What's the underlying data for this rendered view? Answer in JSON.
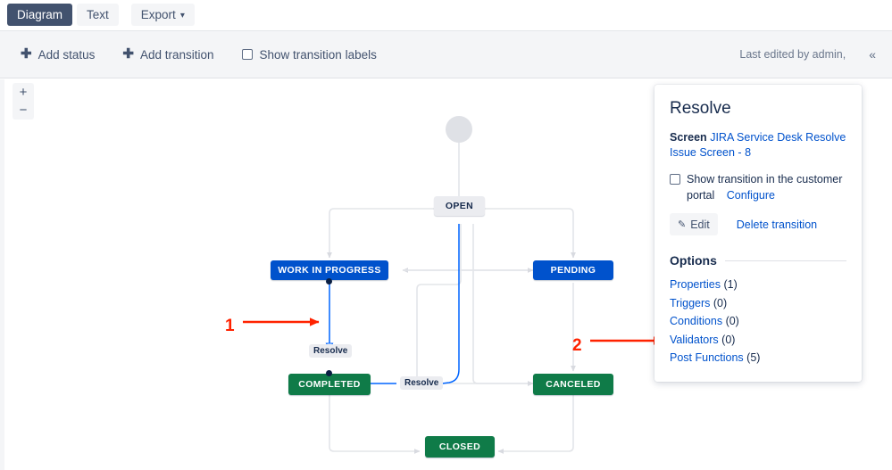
{
  "tabs": [
    {
      "label": "Diagram",
      "active": true
    },
    {
      "label": "Text",
      "active": false
    }
  ],
  "export": {
    "label": "Export",
    "caret": "⌄"
  },
  "toolbar": {
    "add_status": "Add status",
    "add_transition": "Add transition",
    "show_labels": "Show transition labels",
    "last_edited": "Last edited by admin,",
    "collapse_icon": "«"
  },
  "zoom": {
    "in": "+",
    "out": "−"
  },
  "diagram": {
    "nodes": [
      {
        "id": "start",
        "label": "",
        "type": "circle"
      },
      {
        "id": "open",
        "label": "OPEN",
        "type": "grey"
      },
      {
        "id": "wip",
        "label": "WORK IN PROGRESS",
        "type": "blue"
      },
      {
        "id": "pending",
        "label": "PENDING",
        "type": "blue"
      },
      {
        "id": "completed",
        "label": "COMPLETED",
        "type": "green"
      },
      {
        "id": "canceled",
        "label": "CANCELED",
        "type": "green"
      },
      {
        "id": "closed",
        "label": "CLOSED",
        "type": "green"
      }
    ],
    "edge_labels": [
      {
        "id": "resolve-wip",
        "label": "Resolve"
      },
      {
        "id": "resolve-open",
        "label": "Resolve"
      }
    ]
  },
  "annotations": [
    {
      "id": "1",
      "label": "1"
    },
    {
      "id": "2",
      "label": "2"
    }
  ],
  "panel": {
    "title": "Resolve",
    "screen_label": "Screen",
    "screen_value": "JIRA Service Desk Resolve Issue Screen - 8",
    "customer_portal_checkbox": "Show transition in the customer",
    "customer_portal_line2": "portal",
    "configure": "Configure",
    "edit": "Edit",
    "delete_transition": "Delete transition",
    "options_title": "Options",
    "options": [
      {
        "label": "Properties",
        "count": "(1)"
      },
      {
        "label": "Triggers",
        "count": "(0)"
      },
      {
        "label": "Conditions",
        "count": "(0)"
      },
      {
        "label": "Validators",
        "count": "(0)"
      },
      {
        "label": "Post Functions",
        "count": "(5)"
      }
    ]
  },
  "colors": {
    "accent": "#0052cc",
    "green": "#0f7b48",
    "grey": "#ebecf0",
    "annotation_red": "#ff2200"
  }
}
